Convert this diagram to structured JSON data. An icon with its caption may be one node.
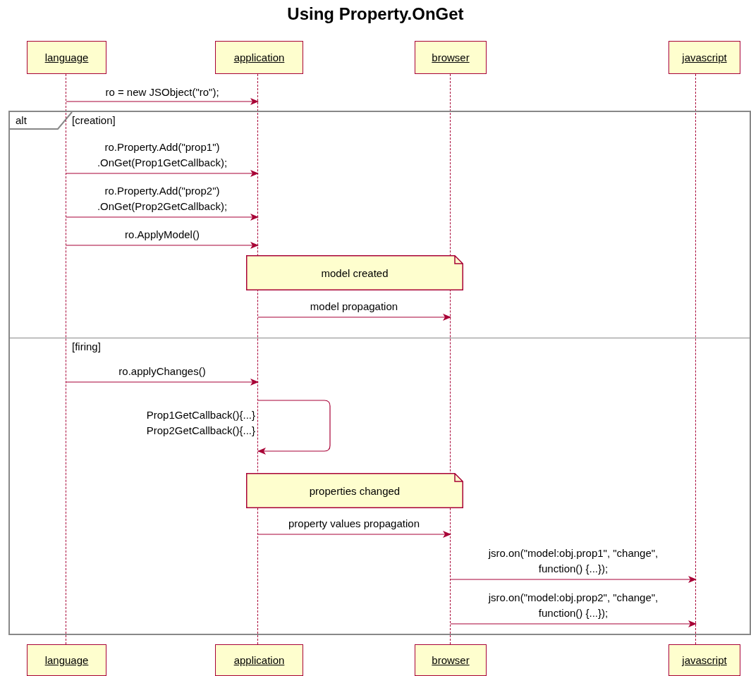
{
  "diagram": {
    "title": "Using Property.OnGet",
    "nodes": [
      {
        "text": [
          "language"
        ]
      },
      {
        "text": [
          "application"
        ]
      },
      {
        "text": [
          "browser"
        ]
      },
      {
        "text": [
          "javascript"
        ]
      },
      {
        "text": [],
        "shape": "bar"
      },
      {
        "text": [],
        "shape": "bar"
      },
      {
        "text": [],
        "shape": "bar"
      },
      {
        "text": [],
        "shape": "bar"
      },
      {
        "text": [
          "alt",
          "[creation]",
          "[firing]"
        ]
      },
      {
        "text": [
          "model created"
        ],
        "in": 8
      },
      {
        "text": [
          "properties changed"
        ],
        "in": 8
      },
      {
        "text": [
          "language"
        ]
      },
      {
        "text": [
          "application"
        ]
      },
      {
        "text": [
          "browser"
        ]
      },
      {
        "text": [
          "javascript"
        ]
      }
    ],
    "edges": [
      {
        "from": 4,
        "to": 5,
        "arrow": "to",
        "label": "ro = new JSObject(\"ro\");"
      },
      {
        "from": 4,
        "to": 5,
        "arrow": "to",
        "label": "ro.Property.Add(\"prop1\") .OnGet(Prop1GetCallback);"
      },
      {
        "from": 4,
        "to": 5,
        "arrow": "to",
        "label": "ro.Property.Add(\"prop2\") .OnGet(Prop2GetCallback);"
      },
      {
        "from": 4,
        "to": 5,
        "arrow": "to",
        "label": "ro.ApplyModel()"
      },
      {
        "from": 5,
        "to": 6,
        "arrow": "to",
        "label": "model propagation"
      },
      {
        "from": 4,
        "to": 5,
        "arrow": "to",
        "label": "ro.applyChanges()"
      },
      {
        "from": 5,
        "to": 5,
        "arrow": "to",
        "label": "Prop1GetCallback(){...} Prop2GetCallback(){...}"
      },
      {
        "from": 5,
        "to": 6,
        "arrow": "to",
        "label": "property values propagation"
      },
      {
        "from": 6,
        "to": 7,
        "arrow": "to",
        "label": "jsro.on(\"model:obj.prop1\", \"change\", function() {...});"
      },
      {
        "from": 6,
        "to": 7,
        "arrow": "to",
        "label": "jsro.on(\"model:obj.prop2\", \"change\", function() {...});"
      }
    ]
  }
}
